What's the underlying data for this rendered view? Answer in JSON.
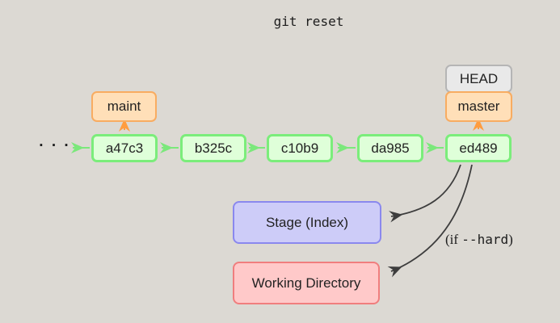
{
  "title": "git reset",
  "ellipsis": "· · ·",
  "branch_labels": {
    "head": "HEAD",
    "master": "master",
    "maint": "maint"
  },
  "commits": [
    {
      "label": "a47c3"
    },
    {
      "label": "b325c"
    },
    {
      "label": "c10b9"
    },
    {
      "label": "da985"
    },
    {
      "label": "ed489"
    }
  ],
  "targets": {
    "stage": "Stage (Index)",
    "working_directory": "Working Directory"
  },
  "annotation": {
    "prefix": "(if ",
    "flag": "--hard",
    "suffix": ")"
  },
  "edges": [
    {
      "from": "ed489",
      "to": "da985",
      "type": "parent"
    },
    {
      "from": "da985",
      "to": "c10b9",
      "type": "parent"
    },
    {
      "from": "c10b9",
      "to": "b325c",
      "type": "parent"
    },
    {
      "from": "b325c",
      "to": "a47c3",
      "type": "parent"
    },
    {
      "from": "a47c3",
      "to": "older-history",
      "type": "parent"
    },
    {
      "from": "maint",
      "to": "a47c3",
      "type": "branch-pointer"
    },
    {
      "from": "master",
      "to": "ed489",
      "type": "branch-pointer"
    },
    {
      "from": "ed489",
      "to": "Stage (Index)",
      "type": "reset"
    },
    {
      "from": "ed489",
      "to": "Working Directory",
      "type": "reset",
      "condition": "(if --hard)"
    }
  ],
  "colors": {
    "background": "#dcd9d3",
    "commit_fill": "#dfffd9",
    "commit_border": "#7bed7b",
    "branch_fill": "#ffdfb8",
    "branch_border": "#f8ac61",
    "head_fill": "#e9e9e9",
    "head_border": "#b5b5b5",
    "stage_fill": "#cdccf8",
    "stage_border": "#8a88ee",
    "workdir_fill": "#ffc9c9",
    "workdir_border": "#f07e7e",
    "arrow_green": "#7be87b",
    "arrow_orange": "#ff9c3f",
    "arrow_dark": "#3d3d3d"
  }
}
